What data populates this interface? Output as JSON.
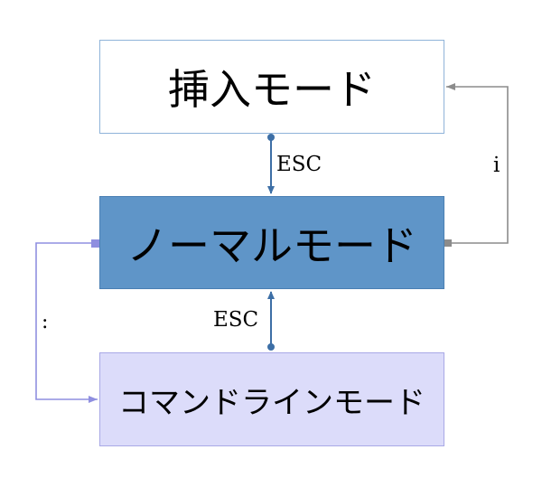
{
  "diagram": {
    "nodes": {
      "insert_mode": {
        "label": "挿入モード"
      },
      "normal_mode": {
        "label": "ノーマルモード"
      },
      "command_line_mode": {
        "label": "コマンドラインモード"
      }
    },
    "edges": [
      {
        "from": "insert_mode",
        "to": "normal_mode",
        "label": "ESC"
      },
      {
        "from": "command_line_mode",
        "to": "normal_mode",
        "label": "ESC"
      },
      {
        "from": "normal_mode",
        "to": "insert_mode",
        "label": "i"
      },
      {
        "from": "normal_mode",
        "to": "command_line_mode",
        "label": ":"
      }
    ]
  },
  "colors": {
    "insert_fill": "#ffffff",
    "normal_fill": "#5f95c8",
    "command_fill": "#dcdcfa",
    "esc_arrow": "#3d6fa6",
    "i_arrow": "#8c8c8c",
    "colon_arrow": "#8f8fe0"
  }
}
